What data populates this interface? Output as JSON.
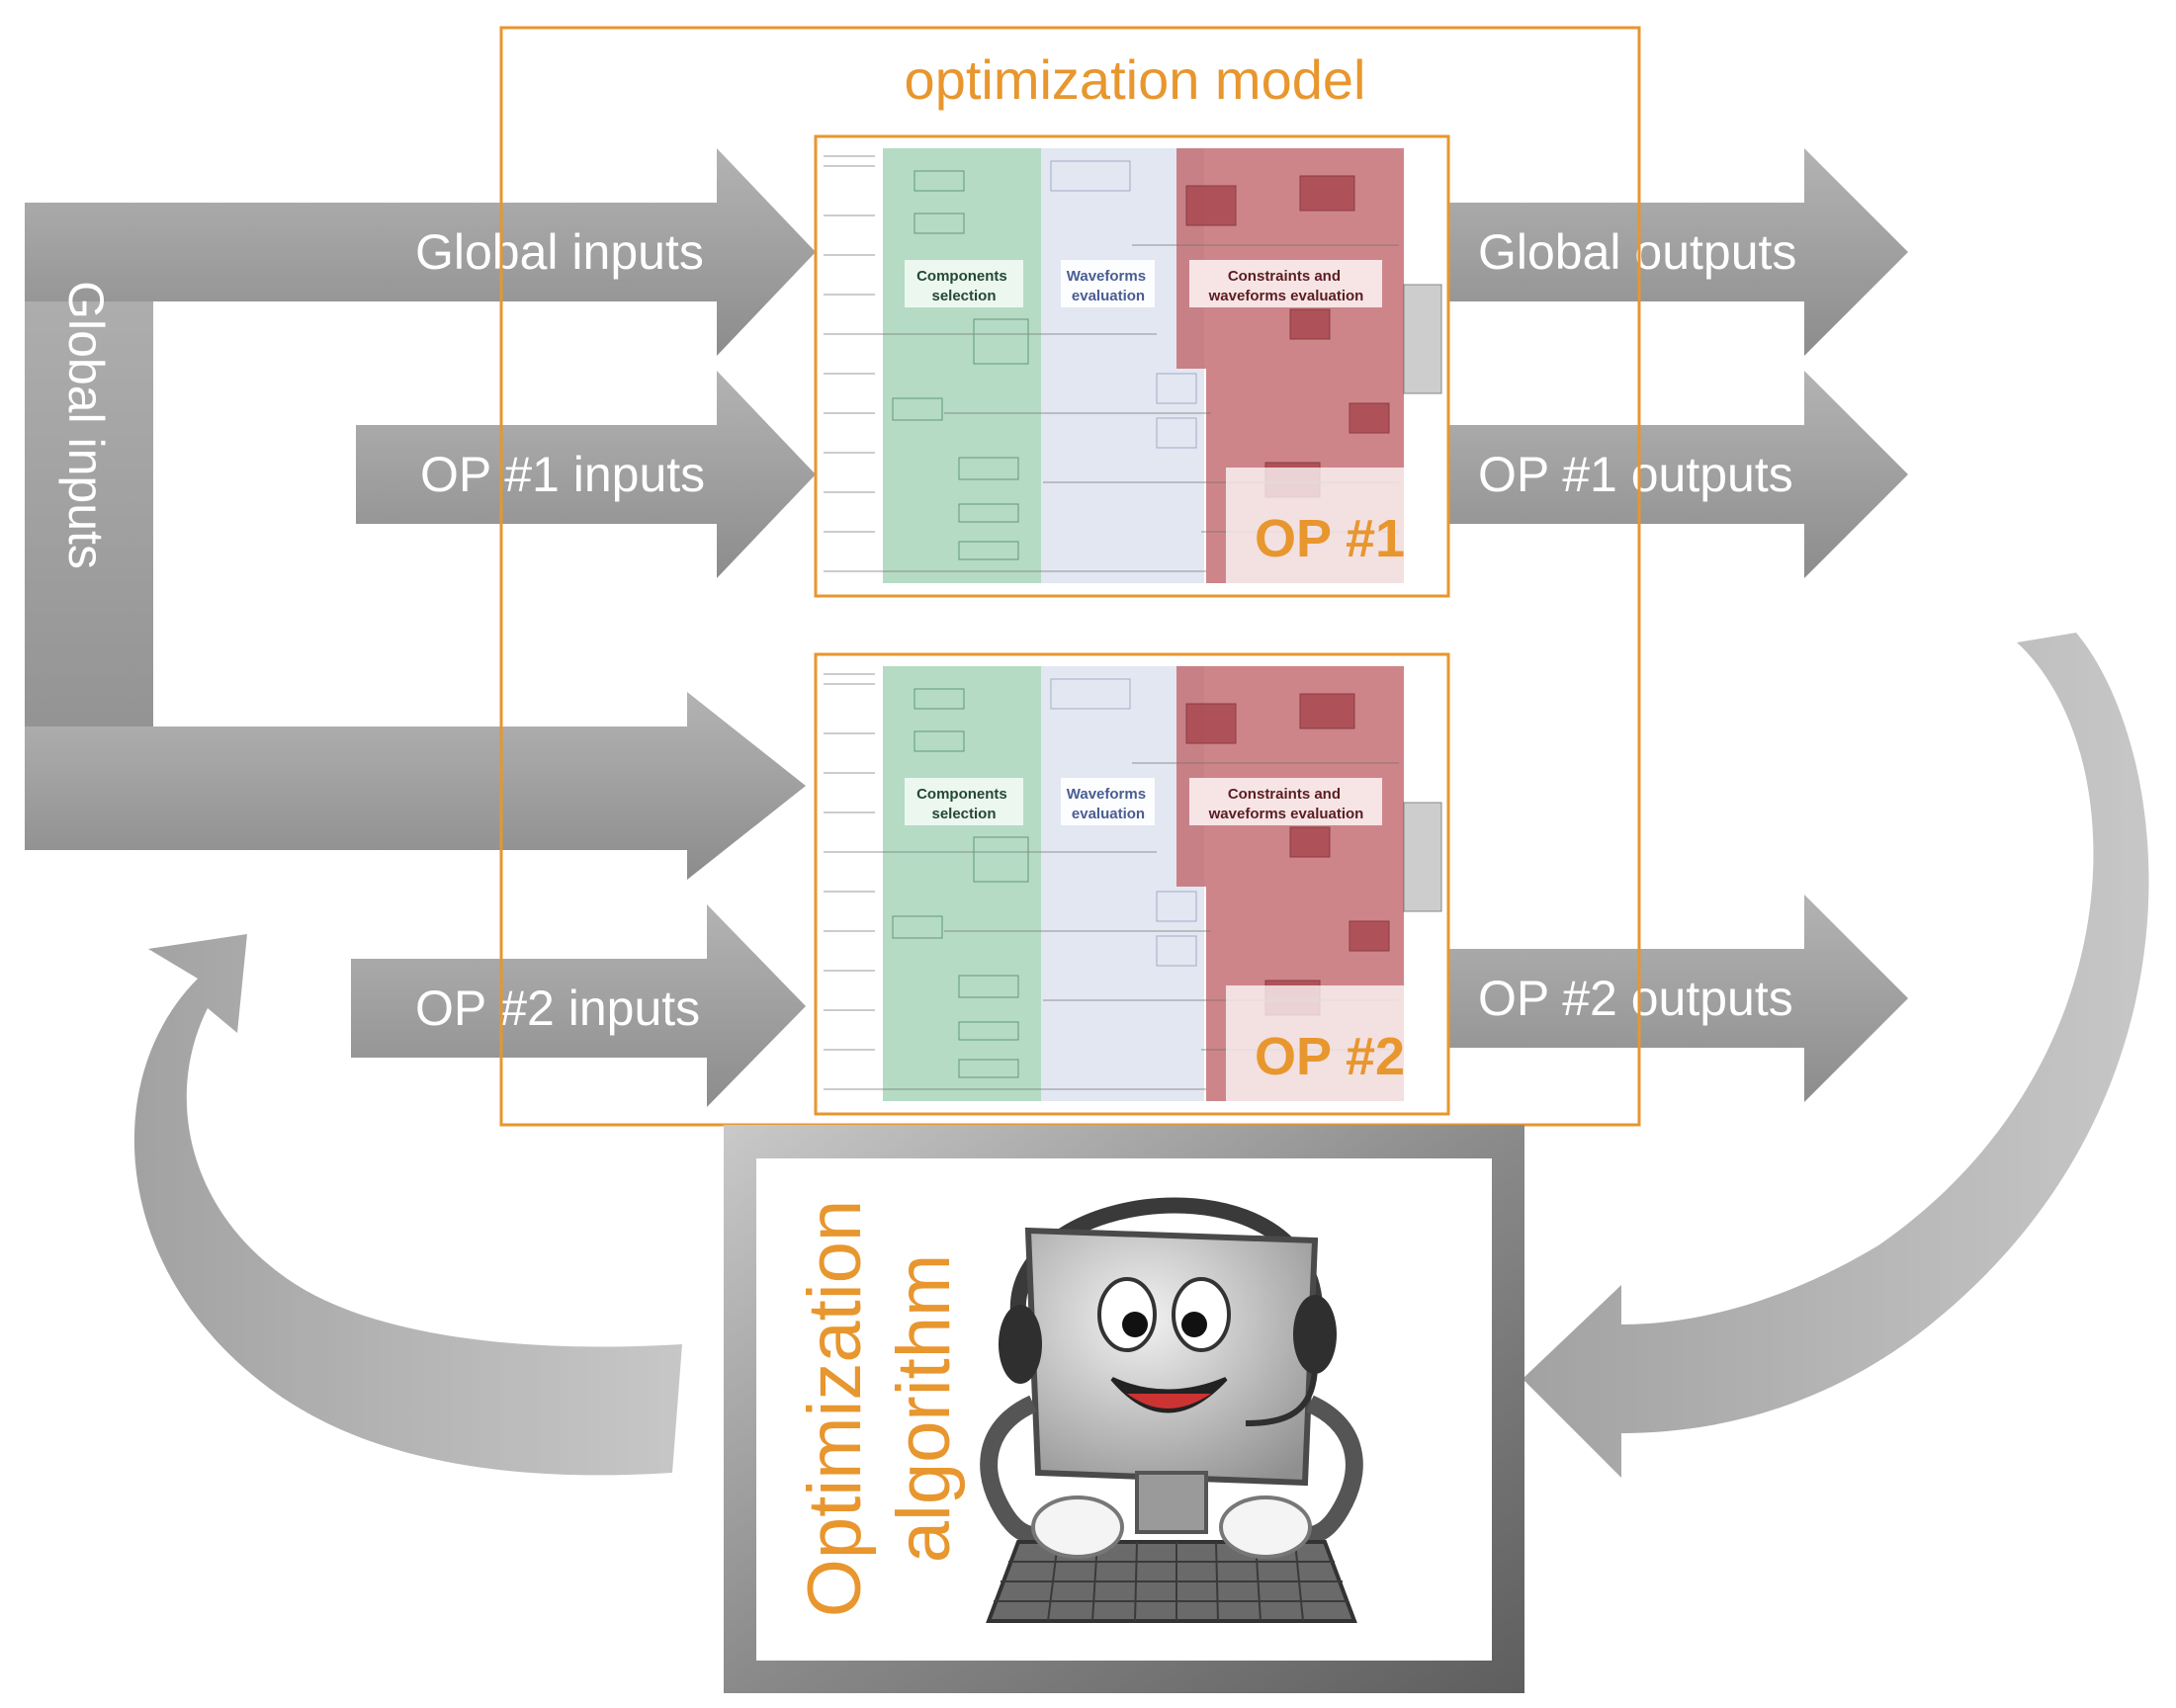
{
  "model_title": "optimization model",
  "inputs": {
    "global_top": "Global inputs",
    "global_vertical": "Global inputs",
    "op1": "OP #1 inputs",
    "op2": "OP #2 inputs"
  },
  "outputs": {
    "global": "Global outputs",
    "op1": "OP #1 outputs",
    "op2": "OP #2 outputs"
  },
  "panels": [
    {
      "label": "OP #1",
      "zones": {
        "components": [
          "Components",
          "selection"
        ],
        "waveforms": [
          "Waveforms",
          "evaluation"
        ],
        "constraints": [
          "Constraints and",
          "waveforms evaluation"
        ]
      }
    },
    {
      "label": "OP #2",
      "zones": {
        "components": [
          "Components",
          "selection"
        ],
        "waveforms": [
          "Waveforms",
          "evaluation"
        ],
        "constraints": [
          "Constraints and",
          "waveforms evaluation"
        ]
      }
    }
  ],
  "algorithm": {
    "line1": "Optimization",
    "line2": "algorithm"
  },
  "colors": {
    "arrow_gray": "#a6a6a6",
    "accent_orange": "#e8962e",
    "zone_green": "#9ccfb0",
    "zone_blue": "#dfe4f1",
    "zone_red": "#c2666b"
  }
}
